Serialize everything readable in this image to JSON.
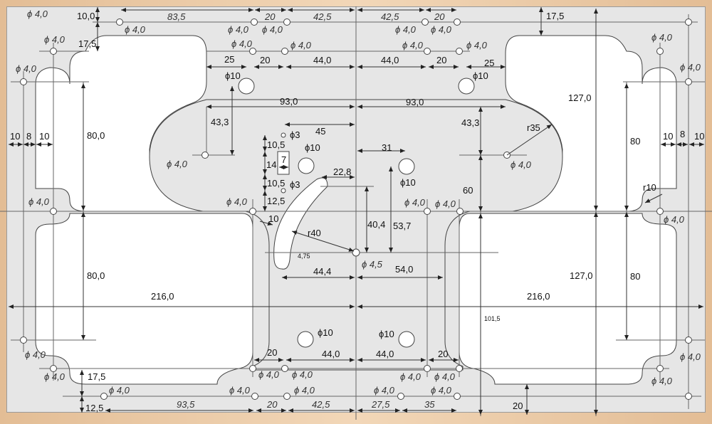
{
  "drawing": {
    "title": "Base plate mounting template",
    "colors": {
      "plate": "#e6e6e6",
      "cutout": "#ffffff",
      "frame": "#e8c9a3",
      "line": "#333333"
    },
    "hole_label": "ϕ 4,0",
    "labels": {
      "top_row": [
        "83,5",
        "20",
        "42,5",
        "42,5",
        "20"
      ],
      "top_left_10": "10,0",
      "top_left_17": "17,5",
      "top_right_17": "17,5",
      "second_row": [
        "25",
        "20",
        "44,0",
        "44,0",
        "20",
        "25"
      ],
      "phi10": "ϕ10",
      "phi3": "ϕ3",
      "phi45": "ϕ 4,5",
      "h93": [
        "93,0",
        "93,0"
      ],
      "v433": [
        "43,3",
        "43,3"
      ],
      "r35": "r35",
      "r10": "r10",
      "r40": "r40",
      "d45": "45",
      "d31": "31",
      "d228": "22,8",
      "stack": [
        "10,5",
        "14",
        "7",
        "10,5",
        "12,5"
      ],
      "slot10": "10",
      "d475": "4,75",
      "d404": "40,4",
      "d537": "53,7",
      "d444": "44,4",
      "d540": "54,0",
      "d60": "60",
      "left_stack": [
        "10",
        "8",
        "10"
      ],
      "right_stack": [
        "10",
        "8",
        "10"
      ],
      "left_80": [
        "80,0",
        "80,0"
      ],
      "right_80": [
        "80",
        "80"
      ],
      "right_127": [
        "127,0",
        "127,0"
      ],
      "w216": [
        "216,0",
        "216,0"
      ],
      "d1015": "101,5",
      "bottom_second": [
        "20",
        "44,0",
        "44,0",
        "20"
      ],
      "bottom_17": "17,5",
      "bottom_125": "12,5",
      "bottom_row": [
        "93,5",
        "20",
        "42,5",
        "27,5",
        "35"
      ],
      "bottom_20": "20"
    }
  }
}
